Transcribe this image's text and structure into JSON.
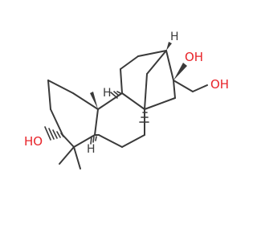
{
  "molecule": {
    "labels": {
      "oh_top": "OH",
      "oh_side": "OH",
      "ho_left": "HO",
      "h_top": "H",
      "h_ring": "H",
      "h_bottom": "H"
    },
    "colors": {
      "bond": "#3a3a3a",
      "oxygen": "#e8242a",
      "background": "#ffffff"
    }
  }
}
